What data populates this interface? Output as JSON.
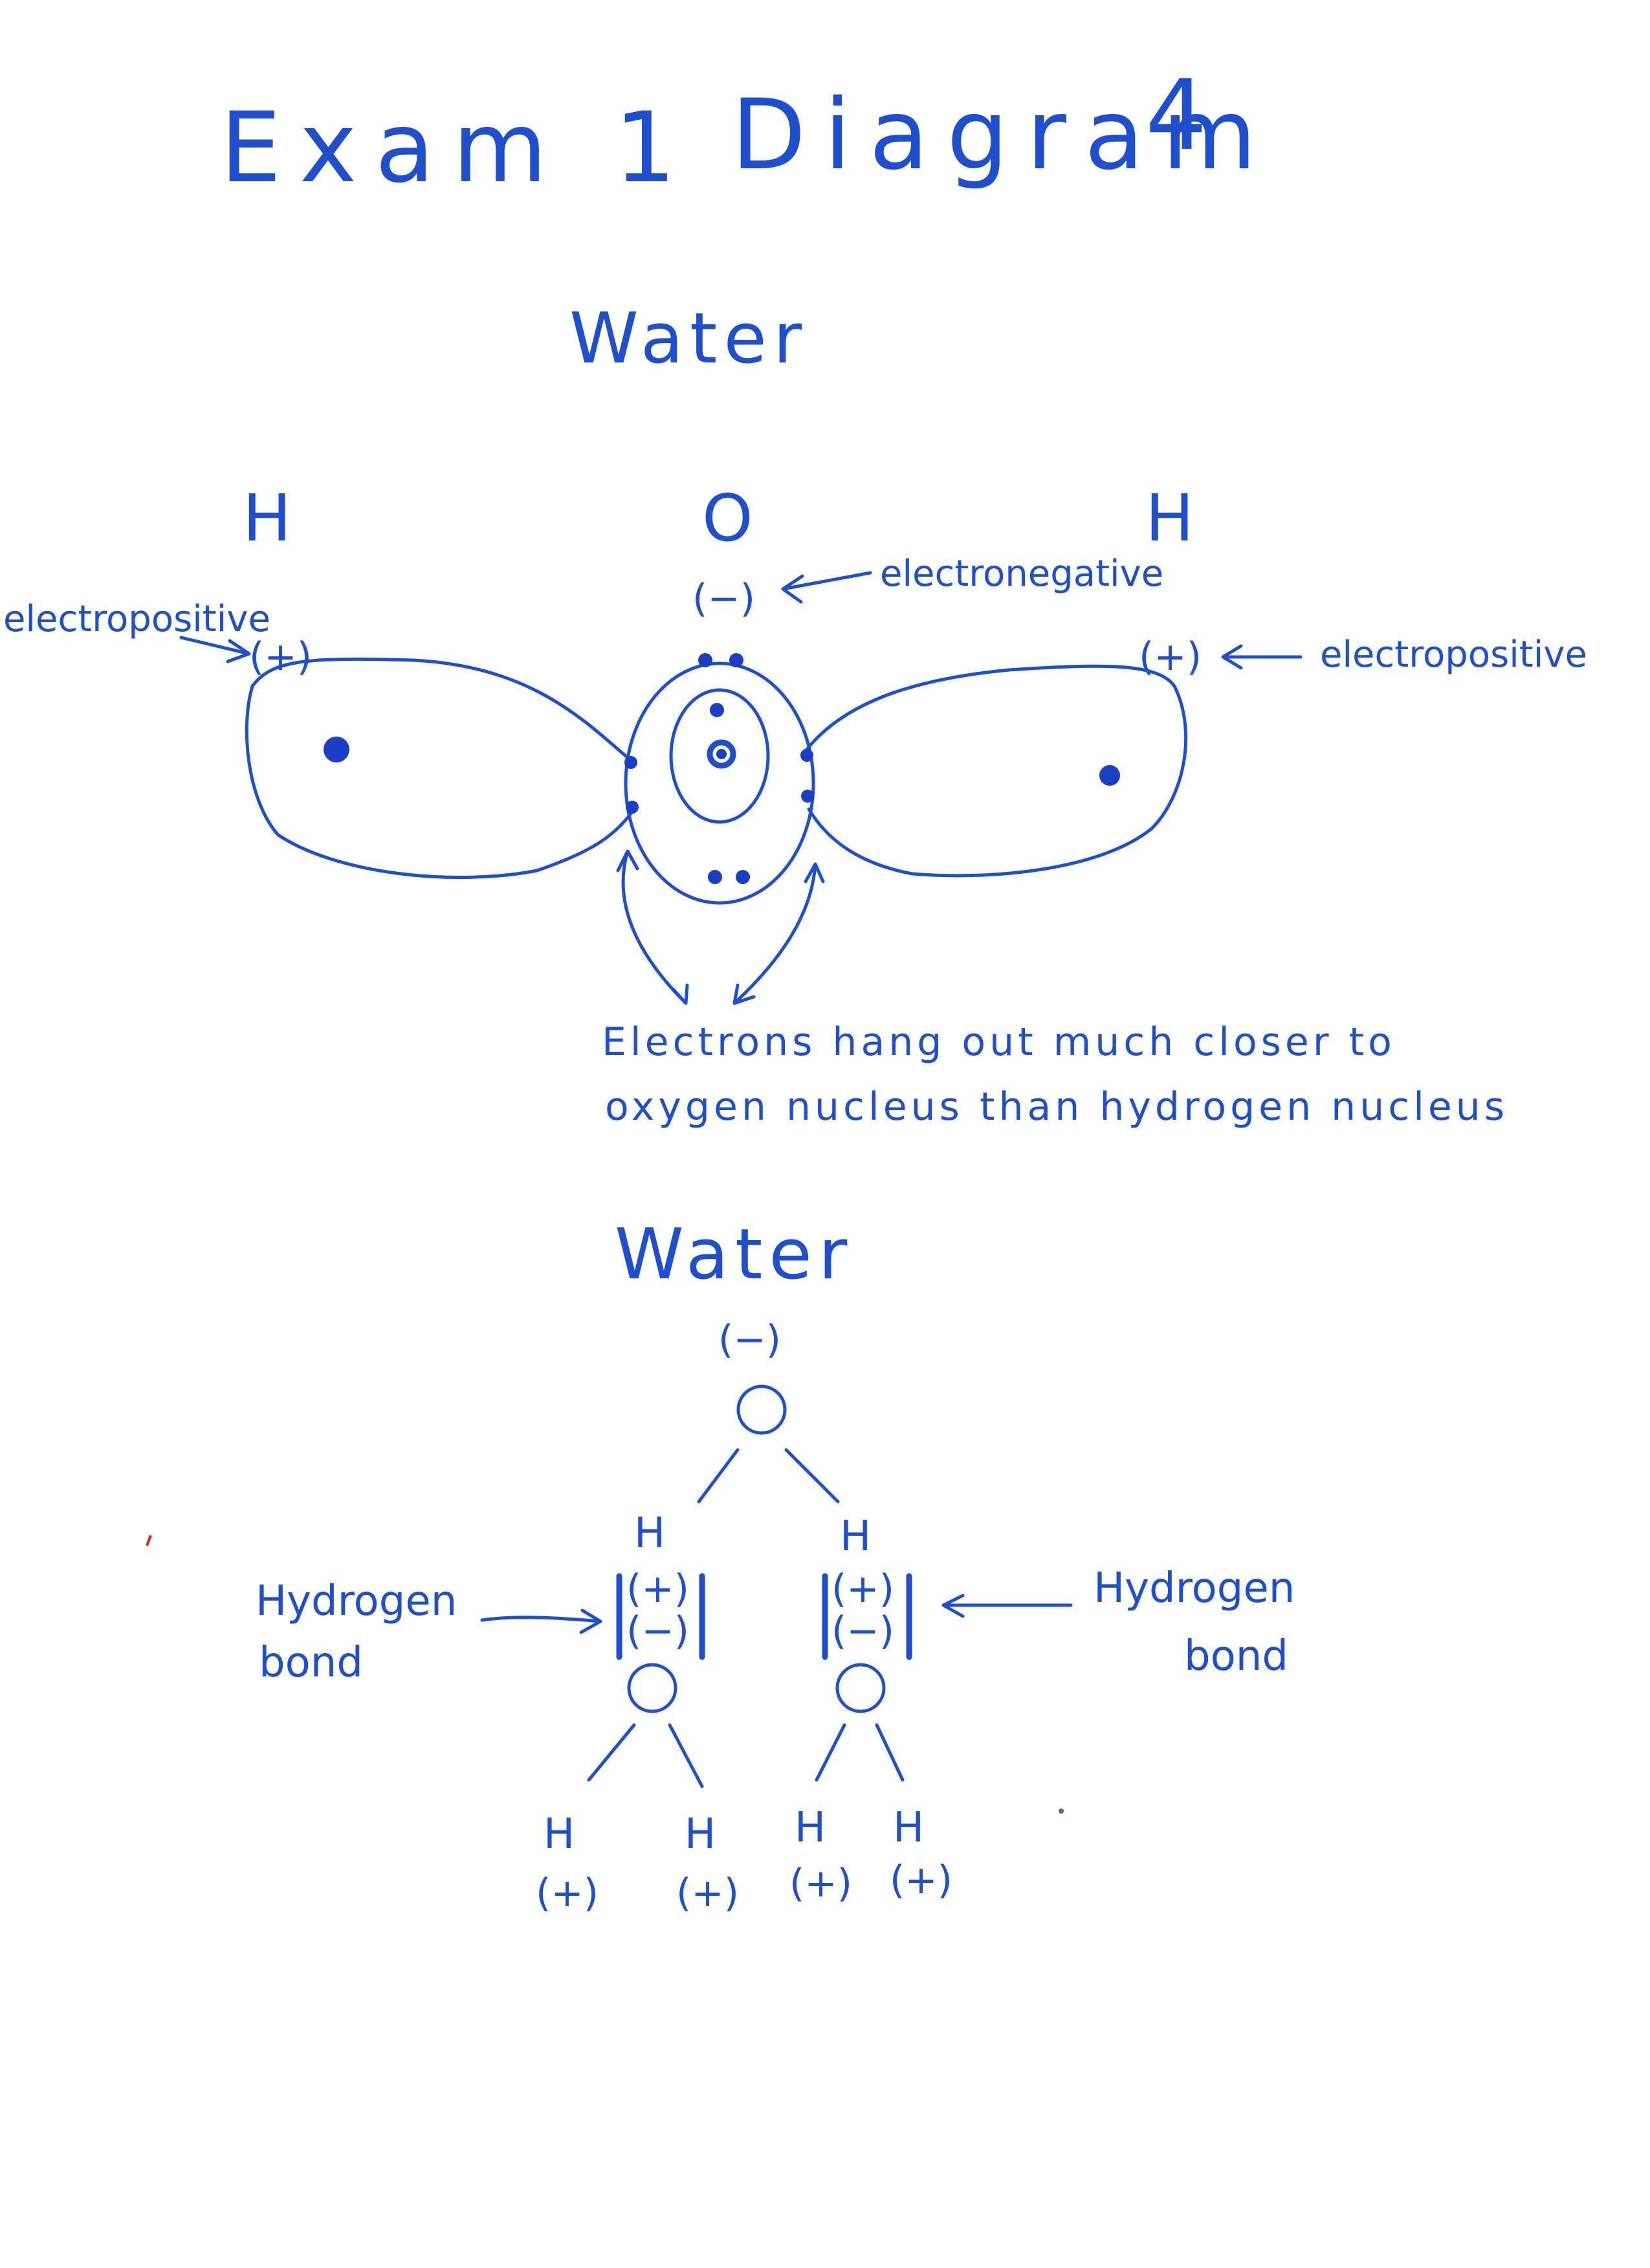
{
  "header": {
    "exam": "Exam 1",
    "diagram": "Diagram",
    "number": "4"
  },
  "top": {
    "title": "Water",
    "atom_h_left": "H",
    "atom_o": "O",
    "atom_h_right": "H",
    "charge_o": "(−)",
    "charge_h_left": "(+)",
    "charge_h_right": "(+)",
    "label_electronegative": "electronegative",
    "label_electropositive_left": "electropositive",
    "label_electropositive_right": "electropositive",
    "note_line1": "Electrons hang out much closer to",
    "note_line2": "oxygen nucleus than hydrogen nucleus"
  },
  "bottom": {
    "title": "Water",
    "top_o_charge": "(−)",
    "atom_o": "O",
    "atom_h": "H",
    "charge_pos": "(+)",
    "charge_neg": "(−)",
    "label_hbond_left_1": "Hydrogen",
    "label_hbond_left_2": "bond",
    "label_hbond_right_1": "Hydrogen",
    "label_hbond_right_2": "bond"
  },
  "colors": {
    "ink": "#1f4fcf",
    "paper": "#ffffff"
  }
}
